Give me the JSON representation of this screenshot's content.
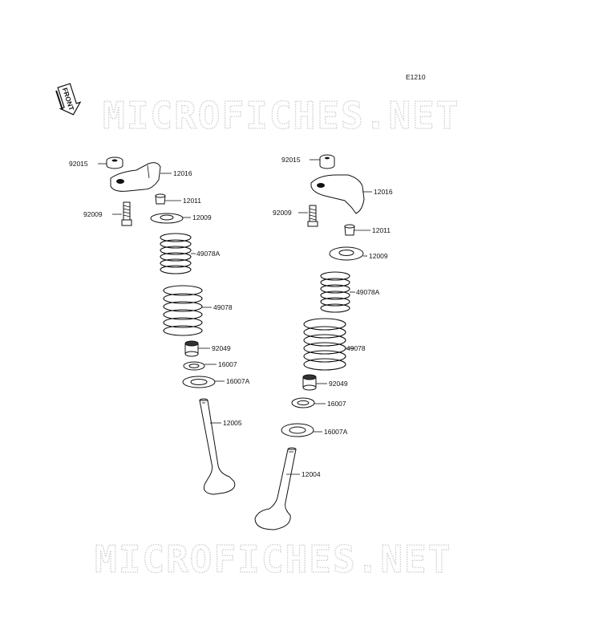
{
  "diagram_code": "E1210",
  "front_label": "FRONT",
  "watermark": "MICROFICHES.NET",
  "left": {
    "nut": "92015",
    "rocker": "12016",
    "adjuster": "12011",
    "screw": "92009",
    "retainer": "12009",
    "spring_inner": "49078A",
    "spring_outer": "49078",
    "seal": "92049",
    "seat": "16007",
    "seat_a": "16007A",
    "valve": "12005"
  },
  "right": {
    "nut": "92015",
    "rocker": "12016",
    "screw": "92009",
    "adjuster": "12011",
    "retainer": "12009",
    "spring_inner": "49078A",
    "spring_outer": "49078",
    "seal": "92049",
    "seat": "16007",
    "seat_a": "16007A",
    "valve": "12004"
  }
}
